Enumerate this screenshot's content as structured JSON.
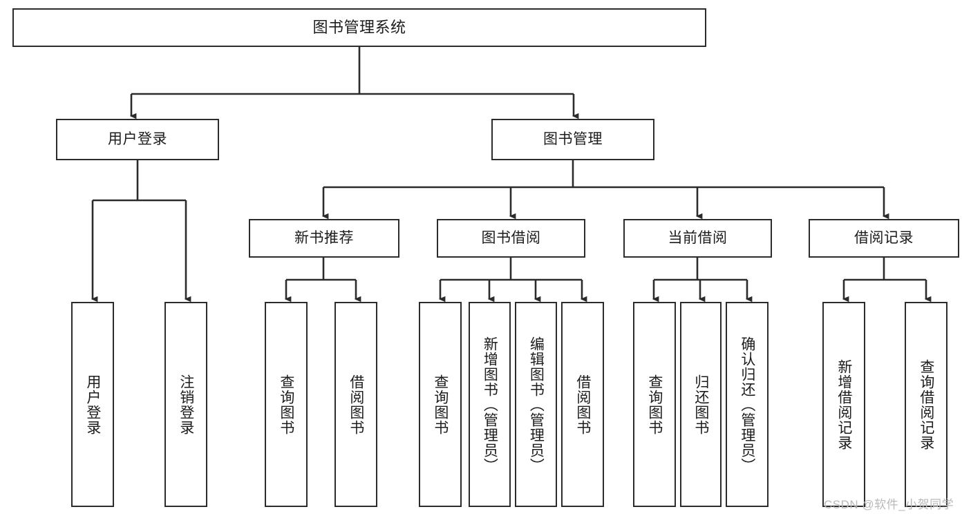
{
  "diagram": {
    "title": "图书管理系统",
    "type": "tree-hierarchy",
    "orientation": "top-down",
    "style": {
      "box_border_color": "#2b2b2b",
      "box_fill_color": "#ffffff",
      "edge_color": "#2b2b2b",
      "text_color": "#1c1c1c",
      "background": "#ffffff"
    },
    "nodes": {
      "root": {
        "label": "图书管理系统",
        "level": 1,
        "text_direction": "horizontal"
      },
      "user_login": {
        "label": "用户登录",
        "level": 2,
        "text_direction": "horizontal"
      },
      "book_manage": {
        "label": "图书管理",
        "level": 2,
        "text_direction": "horizontal"
      },
      "new_book_rec": {
        "label": "新书推荐",
        "level": 3,
        "text_direction": "horizontal"
      },
      "book_borrow": {
        "label": "图书借阅",
        "level": 3,
        "text_direction": "horizontal"
      },
      "current_borrow": {
        "label": "当前借阅",
        "level": 3,
        "text_direction": "horizontal"
      },
      "borrow_record": {
        "label": "借阅记录",
        "level": 3,
        "text_direction": "horizontal"
      },
      "leaf_user_login": {
        "label": "用户登录",
        "level": 3,
        "text_direction": "vertical"
      },
      "leaf_logout": {
        "label": "注销登录",
        "level": 3,
        "text_direction": "vertical"
      },
      "leaf_query_book_a": {
        "label": "查询图书",
        "level": 4,
        "text_direction": "vertical"
      },
      "leaf_borrow_book_a": {
        "label": "借阅图书",
        "level": 4,
        "text_direction": "vertical"
      },
      "leaf_query_book_b": {
        "label": "查询图书",
        "level": 4,
        "text_direction": "vertical"
      },
      "leaf_add_book": {
        "label": "新增图书（管理员）",
        "level": 4,
        "text_direction": "vertical"
      },
      "leaf_edit_book": {
        "label": "编辑图书（管理员）",
        "level": 4,
        "text_direction": "vertical"
      },
      "leaf_borrow_book_b": {
        "label": "借阅图书",
        "level": 4,
        "text_direction": "vertical"
      },
      "leaf_query_book_c": {
        "label": "查询图书",
        "level": 4,
        "text_direction": "vertical"
      },
      "leaf_return_book": {
        "label": "归还图书",
        "level": 4,
        "text_direction": "vertical"
      },
      "leaf_confirm_return": {
        "label": "确认归还（管理员）",
        "level": 4,
        "text_direction": "vertical"
      },
      "leaf_add_record": {
        "label": "新增借阅记录",
        "level": 4,
        "text_direction": "vertical"
      },
      "leaf_query_record": {
        "label": "查询借阅记录",
        "level": 4,
        "text_direction": "vertical"
      }
    },
    "edges": [
      {
        "from": "root",
        "to": "user_login"
      },
      {
        "from": "root",
        "to": "book_manage"
      },
      {
        "from": "user_login",
        "to": "leaf_user_login"
      },
      {
        "from": "user_login",
        "to": "leaf_logout"
      },
      {
        "from": "book_manage",
        "to": "new_book_rec"
      },
      {
        "from": "book_manage",
        "to": "book_borrow"
      },
      {
        "from": "book_manage",
        "to": "current_borrow"
      },
      {
        "from": "book_manage",
        "to": "borrow_record"
      },
      {
        "from": "new_book_rec",
        "to": "leaf_query_book_a"
      },
      {
        "from": "new_book_rec",
        "to": "leaf_borrow_book_a"
      },
      {
        "from": "book_borrow",
        "to": "leaf_query_book_b"
      },
      {
        "from": "book_borrow",
        "to": "leaf_add_book"
      },
      {
        "from": "book_borrow",
        "to": "leaf_edit_book"
      },
      {
        "from": "book_borrow",
        "to": "leaf_borrow_book_b"
      },
      {
        "from": "current_borrow",
        "to": "leaf_query_book_c"
      },
      {
        "from": "current_borrow",
        "to": "leaf_return_book"
      },
      {
        "from": "current_borrow",
        "to": "leaf_confirm_return"
      },
      {
        "from": "borrow_record",
        "to": "leaf_add_record"
      },
      {
        "from": "borrow_record",
        "to": "leaf_query_record"
      }
    ]
  },
  "watermark": {
    "text": "CSDN @软件_小贺同学"
  }
}
